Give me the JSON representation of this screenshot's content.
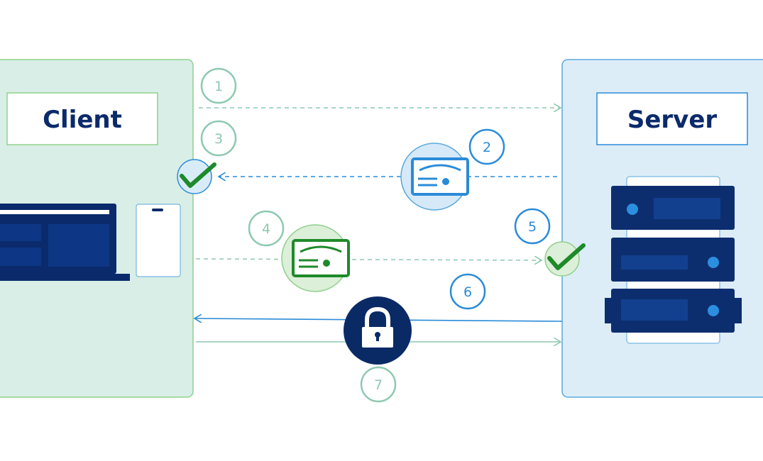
{
  "client": {
    "label": "Client"
  },
  "server": {
    "label": "Server"
  },
  "steps": [
    {
      "number": "1"
    },
    {
      "number": "2"
    },
    {
      "number": "3"
    },
    {
      "number": "4"
    },
    {
      "number": "5"
    },
    {
      "number": "6"
    },
    {
      "number": "7"
    }
  ],
  "colors": {
    "client_panel_fill": "#d9eee6",
    "client_panel_border": "#8fd08c",
    "server_panel_fill": "#dcedf8",
    "server_panel_border": "#5aa9de",
    "dark_navy": "#0b2a6b",
    "server_unit": "#0d2e6e",
    "led_blue": "#2b8fe0",
    "blue_accent": "#2a8bd8",
    "green_accent": "#8dc9b0",
    "check_green": "#1e8a2a",
    "lock_navy": "#0a2a66"
  },
  "icons": {
    "certificate_from_server": "certificate-icon",
    "certificate_from_client": "certificate-icon",
    "client_verify": "checkmark-icon",
    "server_verify": "checkmark-icon",
    "secure_channel": "lock-icon",
    "client_devices": [
      "laptop-icon",
      "phone-icon"
    ],
    "server_device": "server-rack-icon"
  }
}
